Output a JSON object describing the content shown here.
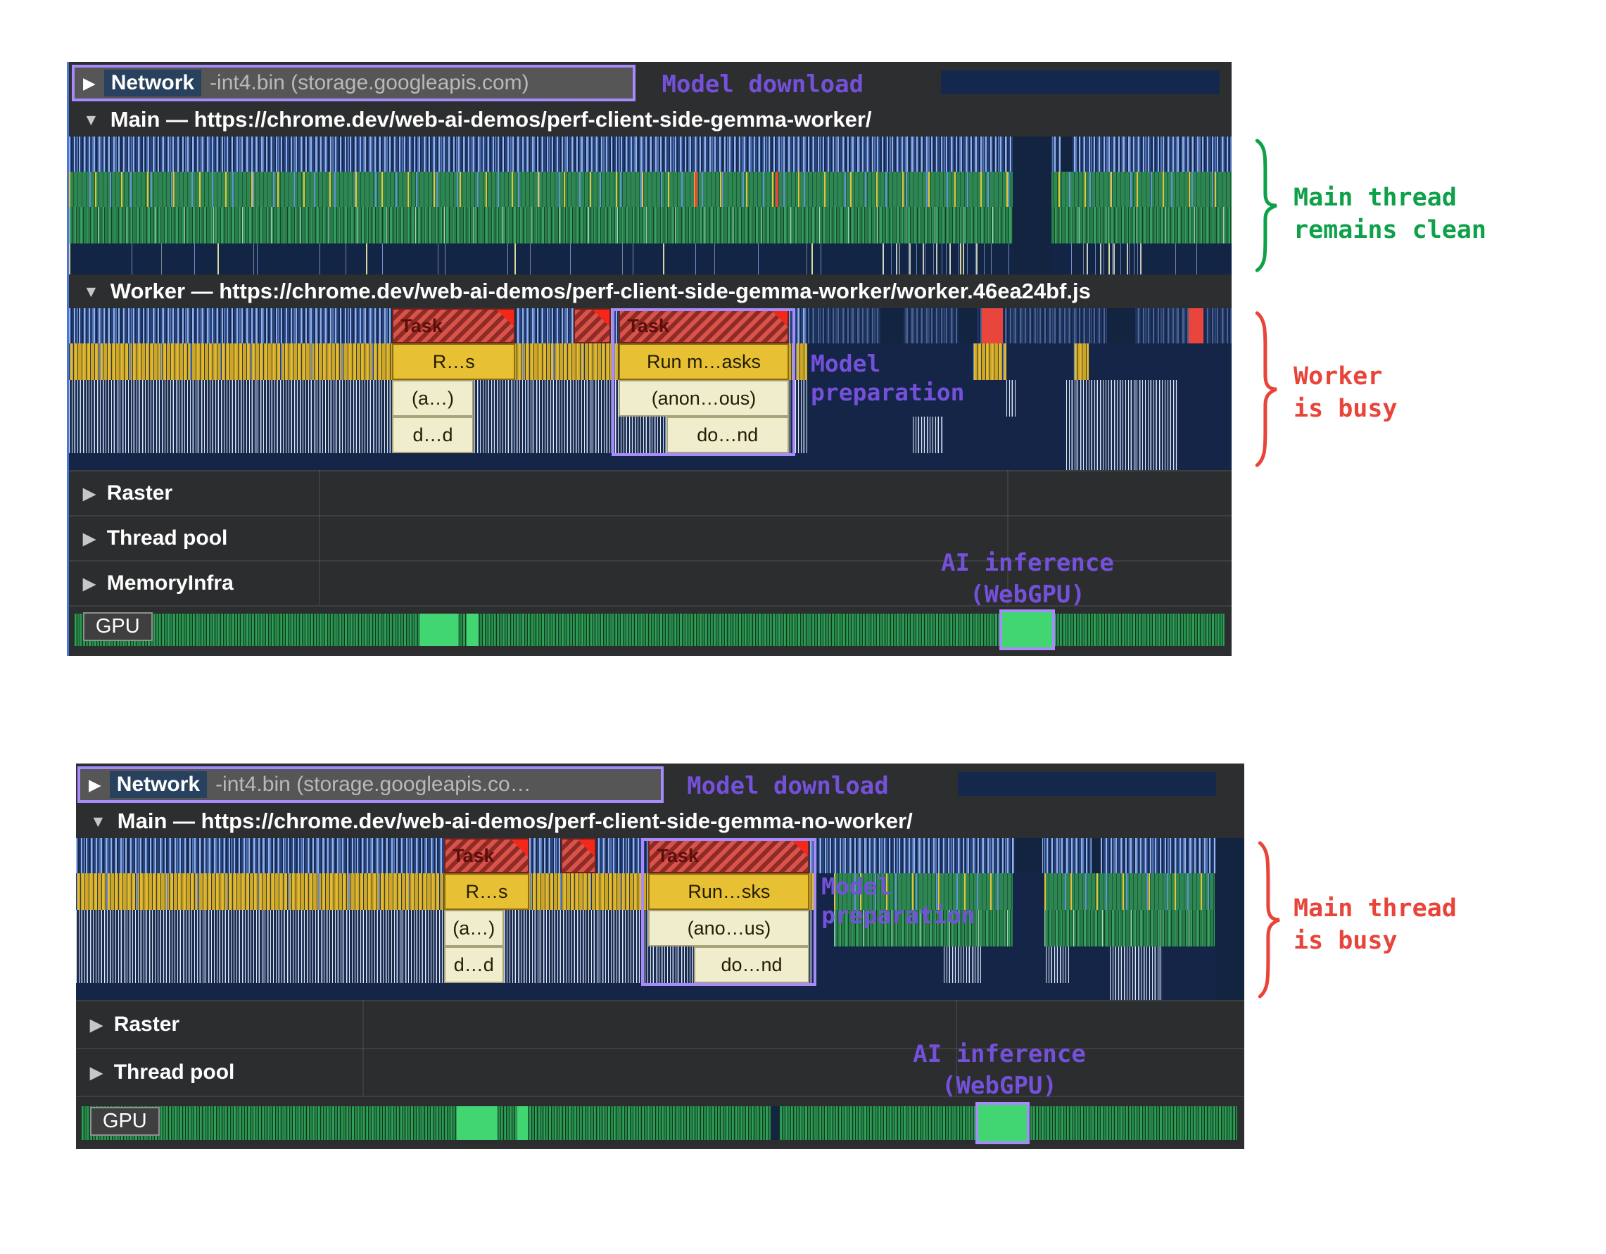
{
  "top_panel": {
    "network": {
      "arrow": "▶",
      "track_label": "Network",
      "request_name": "-int4.bin (storage.googleapis.com)",
      "annotation": "Model download"
    },
    "main_track": {
      "arrow": "▼",
      "title": "Main — https://chrome.dev/web-ai-demos/perf-client-side-gemma-worker/"
    },
    "worker_track": {
      "arrow": "▼",
      "title": "Worker — https://chrome.dev/web-ai-demos/perf-client-side-gemma-worker/worker.46ea24bf.js"
    },
    "task1": {
      "title": "Task",
      "row1": "R…s",
      "row2": "(a…)",
      "row3": "d…d"
    },
    "task2": {
      "title": "Task",
      "row1": "Run m…asks",
      "row2": "(anon…ous)",
      "row3": "do…nd"
    },
    "model_preparation": "Model preparation",
    "raster": {
      "arrow": "▶",
      "label": "Raster"
    },
    "thread_pool": {
      "arrow": "▶",
      "label": "Thread pool"
    },
    "memory_infra": {
      "arrow": "▶",
      "label": "MemoryInfra"
    },
    "gpu": {
      "label": "GPU"
    },
    "annotations": {
      "main_clean_1": "Main thread",
      "main_clean_2": "remains clean",
      "worker_busy_1": "Worker",
      "worker_busy_2": "is busy",
      "ai_inference_1": "AI inference",
      "ai_inference_2": "(WebGPU)"
    }
  },
  "bottom_panel": {
    "network": {
      "arrow": "▶",
      "track_label": "Network",
      "request_name": "-int4.bin (storage.googleapis.co…",
      "annotation": "Model download"
    },
    "main_track": {
      "arrow": "▼",
      "title": "Main — https://chrome.dev/web-ai-demos/perf-client-side-gemma-no-worker/"
    },
    "task1": {
      "title": "Task",
      "row1": "R…s",
      "row2": "(a…)",
      "row3": "d…d"
    },
    "task2": {
      "title": "Task",
      "row1": "Run…sks",
      "row2": "(ano…us)",
      "row3": "do…nd"
    },
    "model_preparation": "Model preparation",
    "raster": {
      "arrow": "▶",
      "label": "Raster"
    },
    "thread_pool": {
      "arrow": "▶",
      "label": "Thread pool"
    },
    "gpu": {
      "label": "GPU"
    },
    "annotations": {
      "main_busy_1": "Main thread",
      "main_busy_2": "is busy",
      "ai_inference_1": "AI inference",
      "ai_inference_2": "(WebGPU)"
    }
  }
}
